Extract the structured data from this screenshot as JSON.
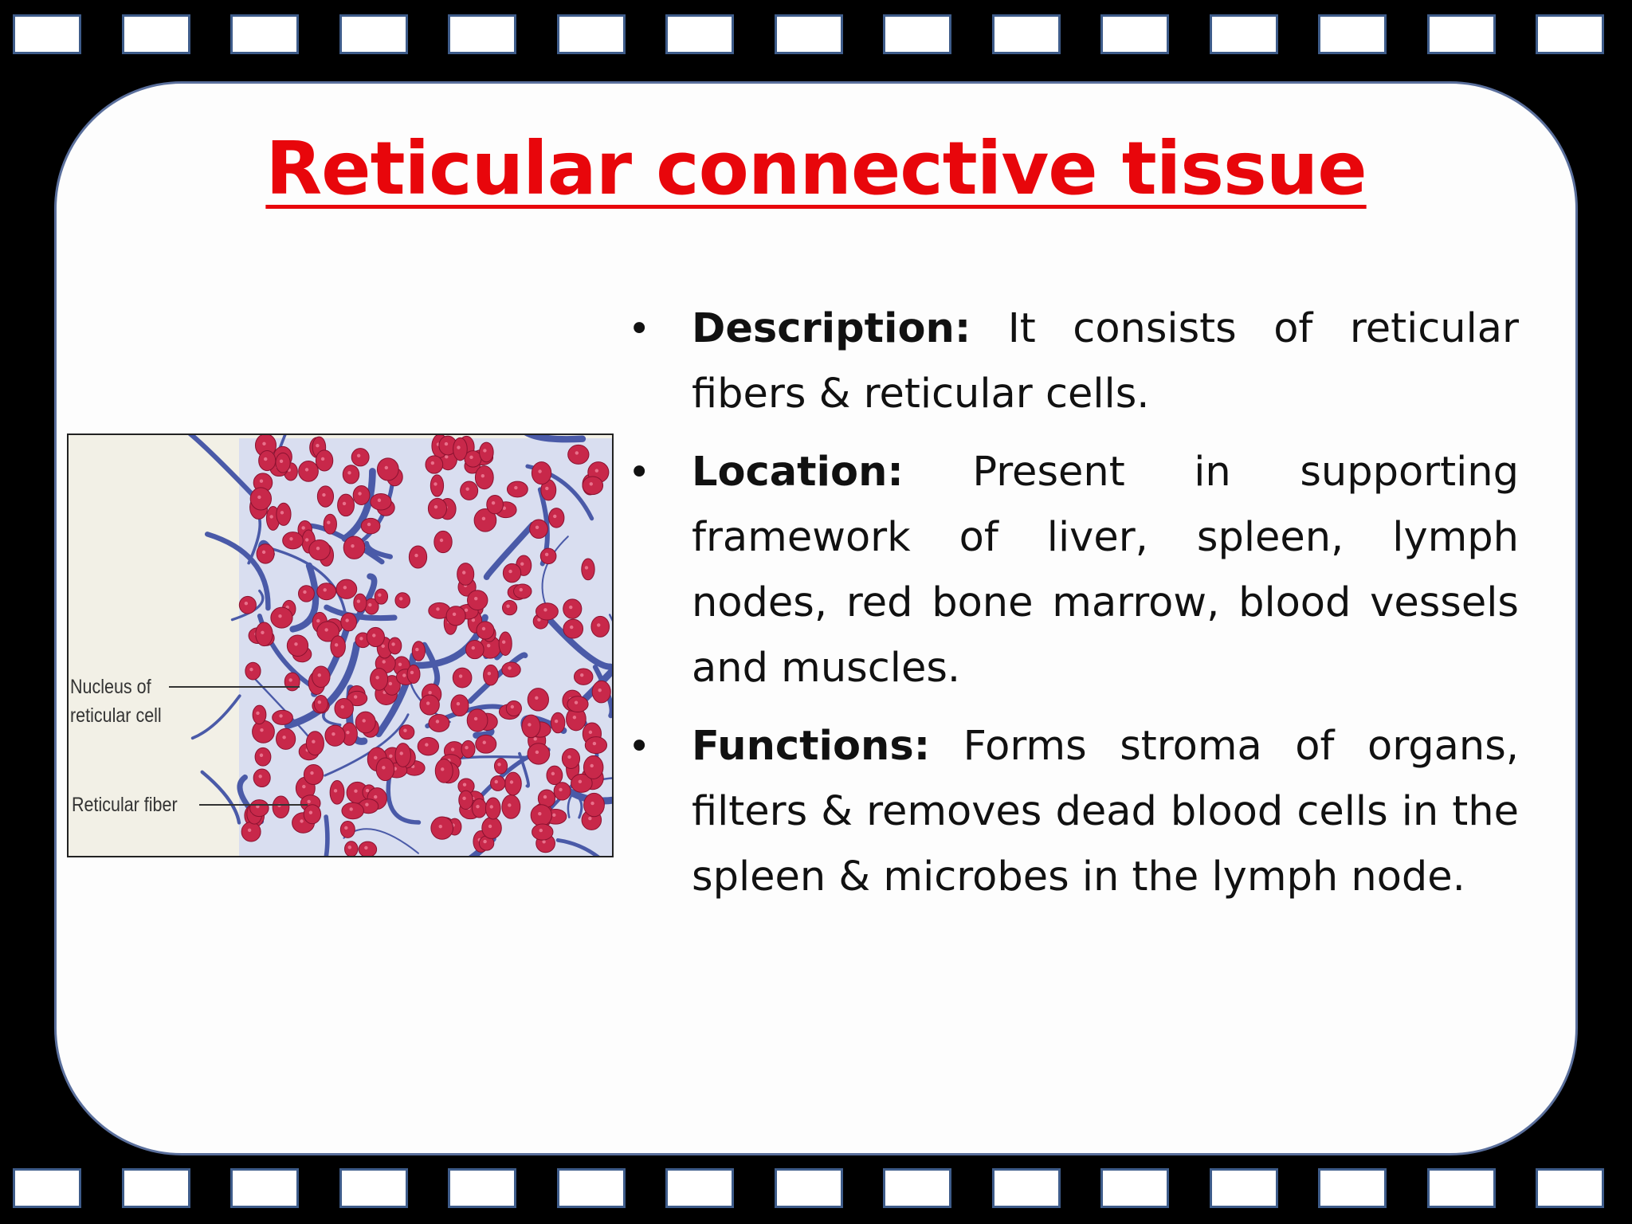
{
  "slide": {
    "title": "Reticular connective tissue",
    "bullets": [
      {
        "label": "Description:",
        "text": " It consists of reticular fibers & reticular cells."
      },
      {
        "label": "Location:",
        "text": " Present in supporting framework of liver, spleen, lymph nodes, red bone marrow, blood vessels and muscles."
      },
      {
        "label": "Functions:",
        "text": " Forms stroma of organs, filters & removes dead blood cells in the spleen & microbes in the lymph node."
      }
    ],
    "bullet_symbol": "•"
  },
  "figure": {
    "label_nucleus_line1": "Nucleus of",
    "label_nucleus_line2": "reticular cell",
    "label_fiber": "Reticular fiber"
  },
  "colors": {
    "title": "#e8060b",
    "frame": "#000000",
    "perforation_border": "#3e5c8a",
    "cell": "#c8284a",
    "fiber": "#4a5aa8"
  }
}
